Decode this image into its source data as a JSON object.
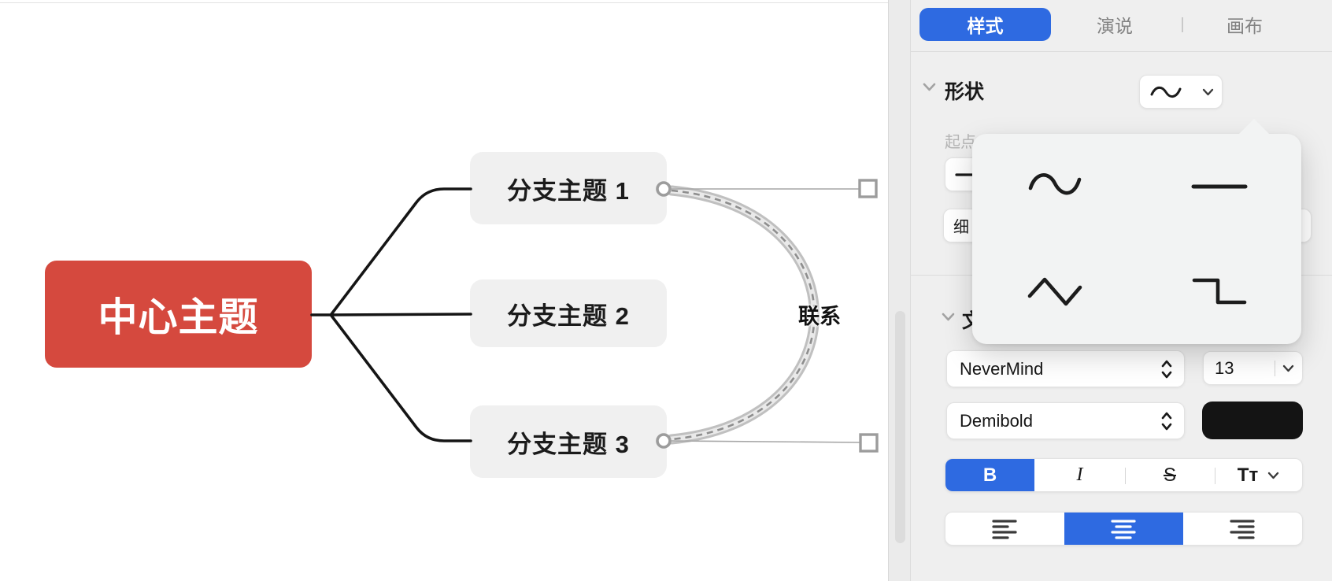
{
  "canvas": {
    "central_topic": {
      "label": "中心主题",
      "bg_color": "#d5493e"
    },
    "branch_topics": [
      {
        "label": "分支主题 1"
      },
      {
        "label": "分支主题 2"
      },
      {
        "label": "分支主题 3"
      }
    ],
    "relationship": {
      "label": "联系",
      "band_color": "#c0c0c0"
    }
  },
  "panel": {
    "accent_color": "#2e6ae1",
    "tabs": [
      {
        "label": "样式",
        "active": true
      },
      {
        "label": "演说",
        "active": false
      },
      {
        "label": "画布",
        "active": false
      }
    ],
    "shape_section": {
      "title": "形状",
      "selected_shape_icon": "wave-curve"
    },
    "relationship_controls": {
      "start_point_label": "起点",
      "line_weight_value": "细"
    },
    "text_section": {
      "title": "文本",
      "font_family": "NeverMind",
      "font_size": "13",
      "font_weight": "Demibold",
      "font_color": "#141414",
      "bold_label": "B",
      "italic_label": "I",
      "strikethrough_label": "S",
      "case_label": "Tᴛ",
      "active_format": "bold",
      "active_alignment": "center"
    },
    "shape_popup": {
      "options": [
        {
          "name": "curved-line"
        },
        {
          "name": "straight-line"
        },
        {
          "name": "zigzag-line"
        },
        {
          "name": "step-line"
        }
      ]
    }
  }
}
